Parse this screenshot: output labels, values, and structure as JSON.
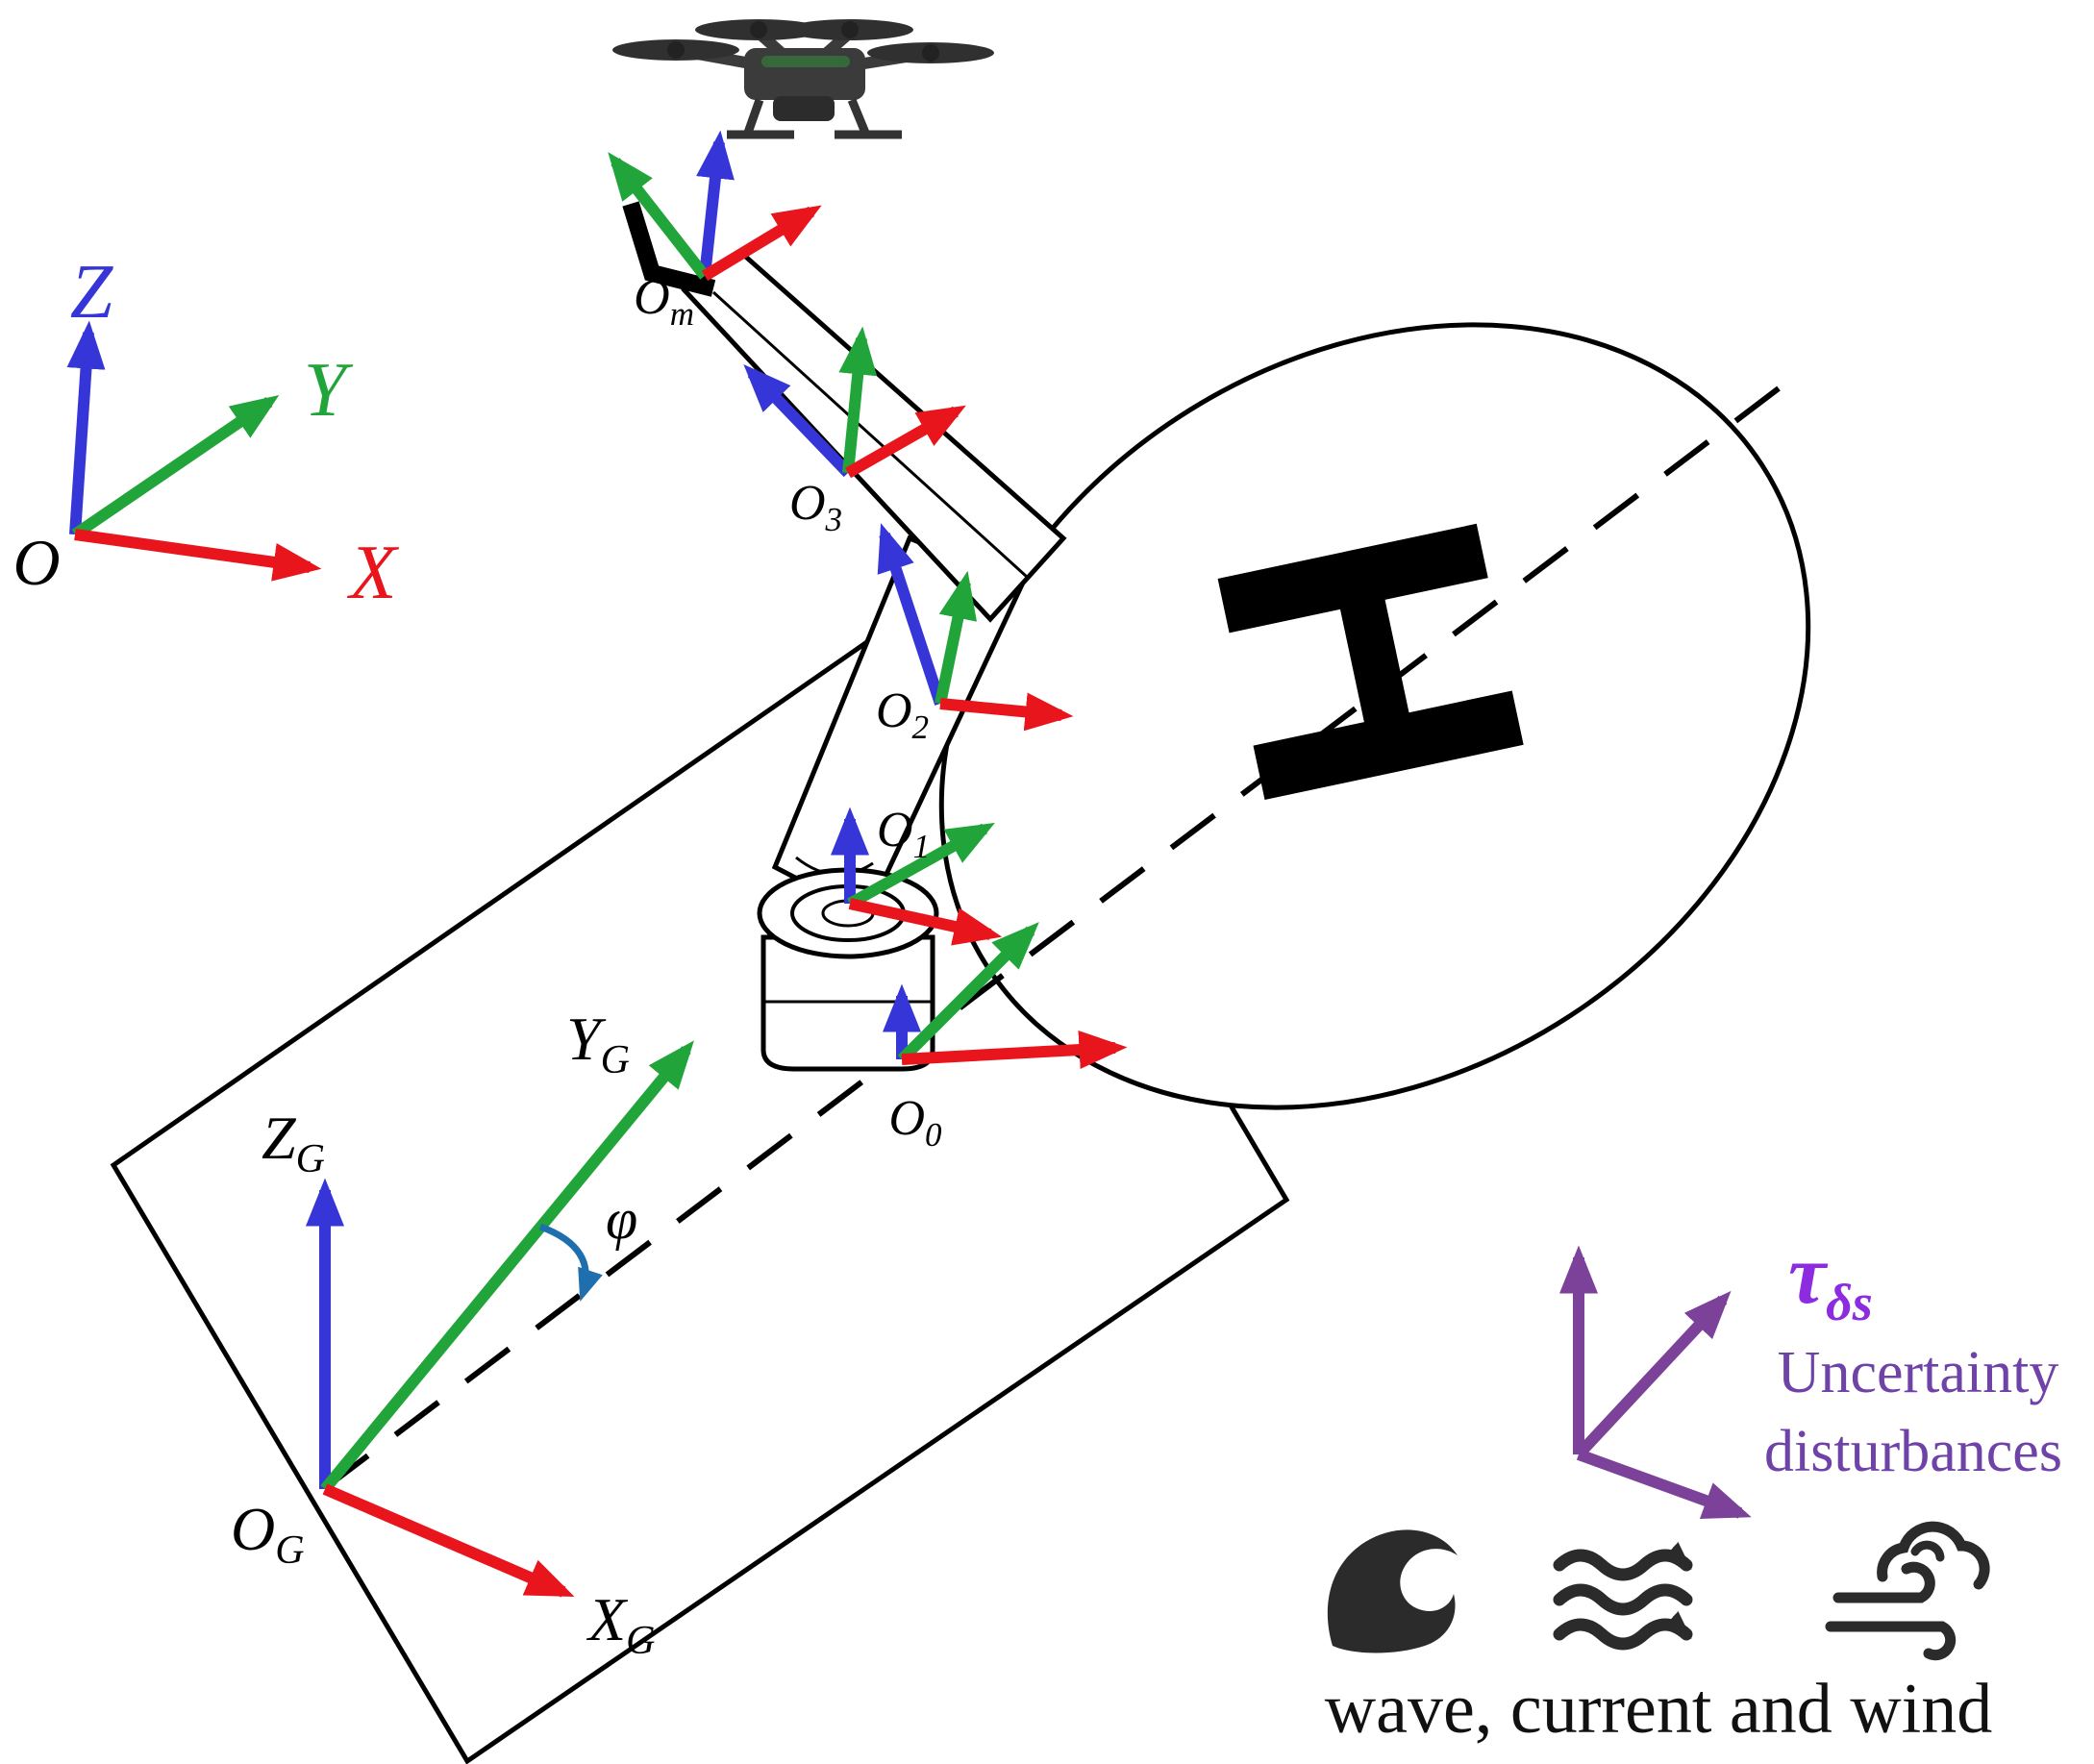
{
  "world_frame": {
    "origin": "O",
    "x": "X",
    "y": "Y",
    "z": "Z"
  },
  "deck_frame": {
    "origin": "O",
    "origin_sub": "G",
    "x": "X",
    "x_sub": "G",
    "y": "Y",
    "y_sub": "G",
    "z": "Z",
    "z_sub": "G",
    "heading_angle": "φ"
  },
  "manipulator_joints": {
    "base": {
      "label": "O",
      "sub": "0"
    },
    "joint1": {
      "label": "O",
      "sub": "1"
    },
    "joint2": {
      "label": "O",
      "sub": "2"
    },
    "joint3": {
      "label": "O",
      "sub": "3"
    },
    "end_effector": {
      "label": "O",
      "sub": "m"
    }
  },
  "helipad": {
    "letter": "H"
  },
  "disturbances": {
    "tau": "τ",
    "tau_sub": "δs",
    "line1": "Uncertainty",
    "line2": "disturbances"
  },
  "caption": "wave, current and wind",
  "icons": {
    "wave": "wave-icon",
    "current": "current-icon",
    "wind": "wind-icon",
    "drone": "drone-image"
  },
  "colors": {
    "x_axis": "#e8151c",
    "y_axis": "#21a53a",
    "z_axis": "#3636d8",
    "disturbance_arrows": "#7c4199",
    "tau_label": "#8c2be0",
    "uncertainty_text": "#6f42a8",
    "angle_arc": "#1f6fae",
    "ink": "#000000"
  }
}
